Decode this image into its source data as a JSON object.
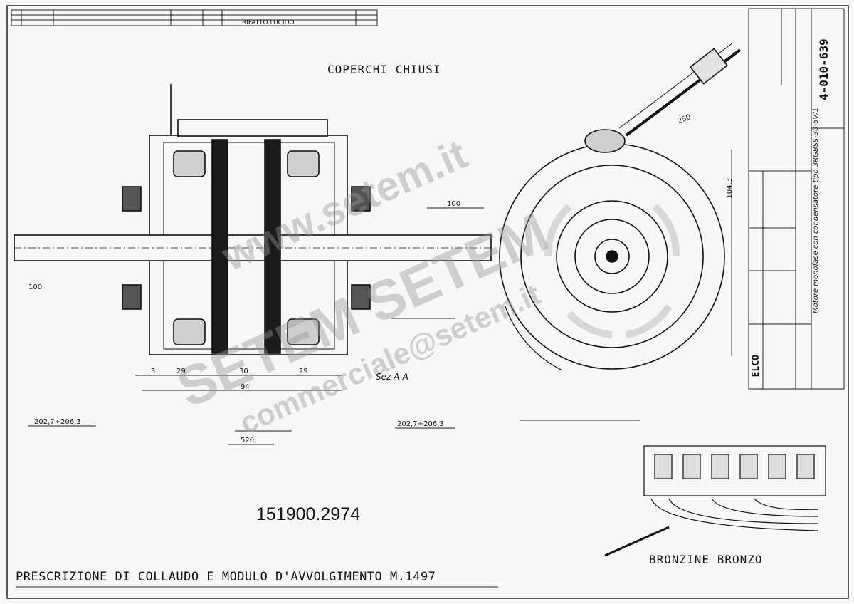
{
  "drawing": {
    "part_number": "151900.2974",
    "top_title": "COPERCHI CHIUSI",
    "footer_title": "PRESCRIZIONE DI COLLAUDO E MODULO D'AVVOLGIMENTO M.1497",
    "bronzine_label": "BRONZINE BRONZO",
    "section_label": "Sez A-A",
    "drawing_number": "4-010-639",
    "company": "ELCO",
    "motor_description": "Motore monofase con condensatore tipo 3RGBSS-30-6V/1",
    "revisions": [
      "RIFATTO LUCIDO"
    ],
    "dimensions": [
      "100",
      "100",
      "3",
      "29",
      "30",
      "29",
      "94",
      "202,7÷206,3",
      "202,7÷206,3",
      "520",
      "104,3",
      "250"
    ],
    "watermark": {
      "line1": "www.setem.it",
      "line2": "SETEM SETEM",
      "line3": "commerciale@setem.it"
    }
  }
}
